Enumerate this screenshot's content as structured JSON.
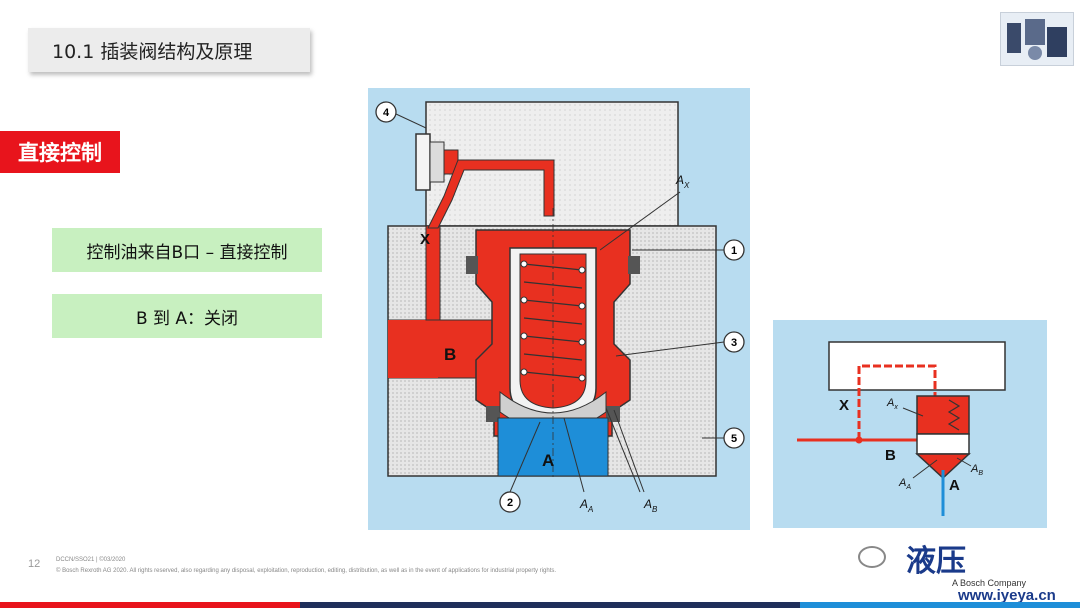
{
  "title": "10.1 插装阀结构及原理",
  "tag": "直接控制",
  "info_boxes": [
    "控制油来自B口 – 直接控制",
    "B 到 A：关闭"
  ],
  "main_diagram": {
    "port_labels": {
      "x": "X",
      "b": "B",
      "a": "A"
    },
    "callouts": [
      "1",
      "2",
      "3",
      "4",
      "5"
    ],
    "area_labels": {
      "ax": "A",
      "ax_sub": "X",
      "aa": "A",
      "aa_sub": "A",
      "ab": "A",
      "ab_sub": "B"
    }
  },
  "symbol_diagram": {
    "x": "X",
    "b": "B",
    "a": "A",
    "ax": "A",
    "ax_sub": "x",
    "aa": "A",
    "aa_sub": "A",
    "ab": "A",
    "ab_sub": "B"
  },
  "page_number": "12",
  "footer_line1": "DCCN/SSO21 | ©03/2020",
  "footer_line2": "© Bosch Rexroth AG 2020. All rights reserved, also regarding any disposal, exploitation, reproduction, editing, distribution, as well as in the event of applications for industrial property rights.",
  "watermark": {
    "cn": "液压",
    "url": "www.iyeya.cn",
    "company": "A Bosch Company"
  },
  "colors": {
    "red": "#e8141c",
    "green": "#c8f0c0",
    "light_blue": "#b8dcf0",
    "blue": "#1e8ed8",
    "oil_red": "#e83020"
  }
}
